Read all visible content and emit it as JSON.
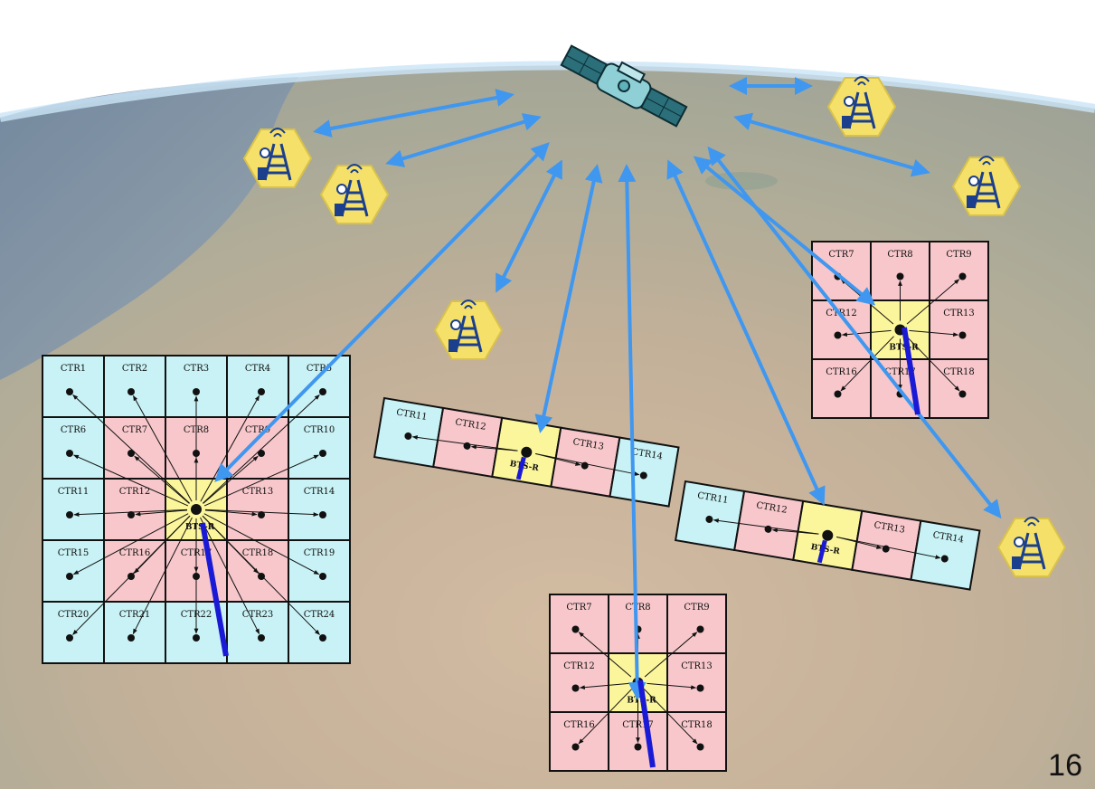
{
  "colors": {
    "outer_cell": "#c8f2f5",
    "middle_cell": "#f7c7cb",
    "center_cell": "#fbf59b",
    "link_arrow": "#3f97f0",
    "uplink_arrow": "#1a1ad6",
    "tower_hex": "#f5e06a",
    "tower_icon": "#1b3f8c"
  },
  "center_label": "BTS-R",
  "big_grid": {
    "labels": [
      [
        "CTR1",
        "CTR2",
        "CTR3",
        "CTR4",
        "CTR5"
      ],
      [
        "CTR6",
        "CTR7",
        "CTR8",
        "CTR9",
        "CTR10"
      ],
      [
        "CTR11",
        "CTR12",
        "",
        "CTR13",
        "CTR14"
      ],
      [
        "CTR15",
        "CTR16",
        "CTR17",
        "CTR18",
        "CTR19"
      ],
      [
        "CTR20",
        "CTR21",
        "CTR22",
        "CTR23",
        "CTR24"
      ]
    ]
  },
  "small_grid_top_right": {
    "labels": [
      [
        "CTR7",
        "CTR8",
        "CTR9"
      ],
      [
        "CTR12",
        "",
        "CTR13"
      ],
      [
        "CTR16",
        "CTR17",
        "CTR18"
      ]
    ]
  },
  "small_grid_bottom": {
    "labels": [
      [
        "CTR7",
        "CTR8",
        "CTR9"
      ],
      [
        "CTR12",
        "",
        "CTR13"
      ],
      [
        "CTR16",
        "CTR17",
        "CTR18"
      ]
    ]
  },
  "strip_left": {
    "labels": [
      "CTR11",
      "CTR12",
      "",
      "CTR13",
      "CTR14"
    ]
  },
  "strip_right": {
    "labels": [
      "CTR11",
      "CTR12",
      "",
      "CTR13",
      "CTR14"
    ]
  },
  "page_number": "16"
}
